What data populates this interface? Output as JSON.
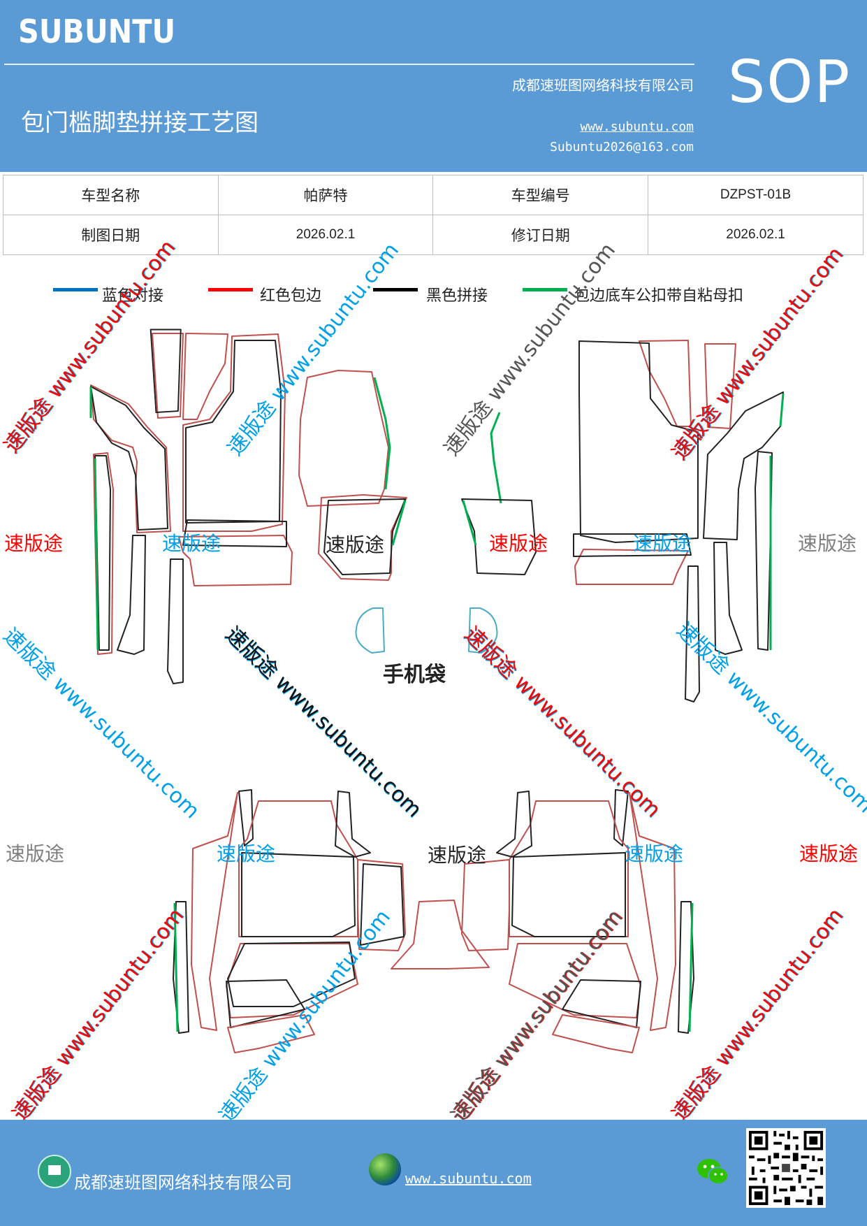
{
  "header": {
    "brand": "SUBUNTU",
    "company": "成都速班图网络科技有限公司",
    "title": "包门槛脚垫拼接工艺图",
    "website": "www.subuntu.com",
    "email": "Subuntu2026@163.com",
    "badge": "SOP"
  },
  "info": {
    "model_name_label": "车型名称",
    "model_name_value": "帕萨特",
    "model_code_label": "车型编号",
    "model_code_value": "DZPST-01B",
    "draw_date_label": "制图日期",
    "draw_date_value": "2026.02.1",
    "revise_date_label": "修订日期",
    "revise_date_value": "2026.02.1"
  },
  "legend": [
    {
      "label": "蓝色对接",
      "color": "#0070c0"
    },
    {
      "label": "红色包边",
      "color": "#ff0000"
    },
    {
      "label": "黑色拼接",
      "color": "#000000"
    },
    {
      "label": "包边底车公扣带自粘母扣",
      "color": "#00b050"
    }
  ],
  "drawing": {
    "phone_bag_label": "手机袋",
    "watermark_brand": "速版途",
    "watermark_url": "www.subuntu.com",
    "watermark_full": "速版途 www.subuntu.com"
  },
  "colors": {
    "header_blue": "#5b9bd5",
    "outline_red": "#c0504d",
    "outline_black": "#222222",
    "outline_green": "#00b050",
    "outline_blue": "#4bacc6",
    "wm_red": "#ff0000",
    "wm_blue": "#00a0e9",
    "wm_gray": "#7f7f7f"
  },
  "footer": {
    "company": "成都速班图网络科技有限公司",
    "website": "www.subuntu.com"
  },
  "icons": [
    "home-icon",
    "globe-icon",
    "wechat-icon",
    "qr-code"
  ]
}
